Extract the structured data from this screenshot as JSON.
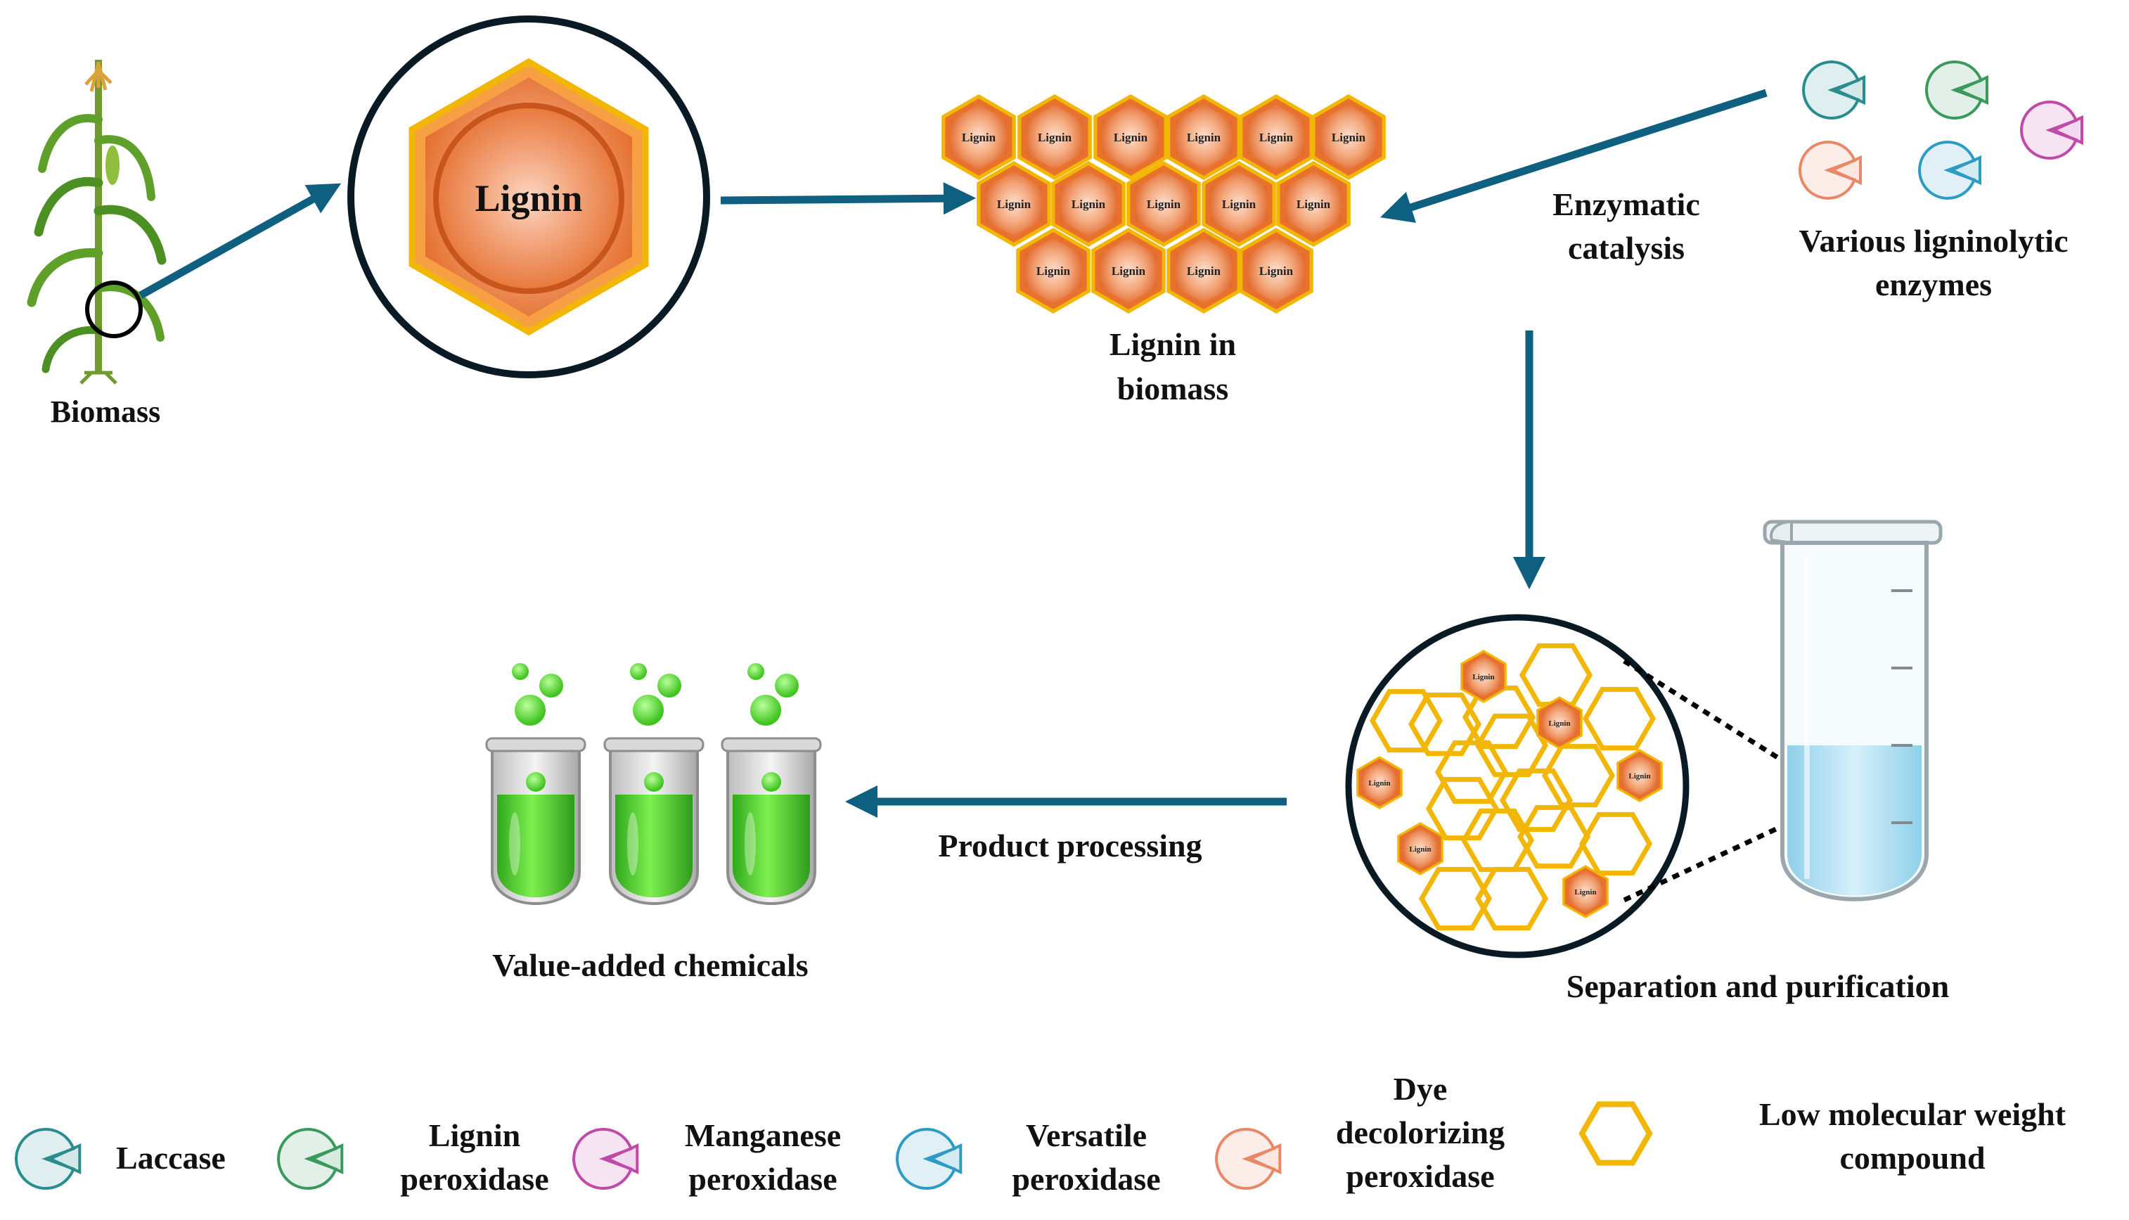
{
  "labels": {
    "biomass": "Biomass",
    "lignin": "Lignin",
    "lignin_in_biomass_1": "Lignin in",
    "lignin_in_biomass_2": "biomass",
    "enzymatic_1": "Enzymatic",
    "enzymatic_2": "catalysis",
    "enzymes_1": "Various ligninolytic",
    "enzymes_2": "enzymes",
    "separation": "Separation and purification",
    "product_processing": "Product processing",
    "value_added": "Value-added chemicals",
    "small_lignin": "Lignin"
  },
  "legend": {
    "laccase": "Laccase",
    "lignin_peroxidase_1": "Lignin",
    "lignin_peroxidase_2": "peroxidase",
    "manganese_peroxidase_1": "Manganese",
    "manganese_peroxidase_2": "peroxidase",
    "versatile_peroxidase_1": "Versatile",
    "versatile_peroxidase_2": "peroxidase",
    "dye_peroxidase_1": "Dye",
    "dye_peroxidase_2": "decolorizing",
    "dye_peroxidase_3": "peroxidase",
    "low_mw_1": "Low molecular weight",
    "low_mw_2": "compound"
  },
  "colors": {
    "arrow": "#0e5f80",
    "laccase": "#2a8c8c",
    "lignin_peroxidase": "#3a9a5e",
    "manganese_peroxidase": "#c04aa8",
    "versatile_peroxidase": "#2c9cc4",
    "dye_peroxidase": "#e88866",
    "hex_orange": "#e8722c",
    "hex_yellow": "#f2b705",
    "tube_liquid": "#b6e0f0",
    "green_chem": "#5fd43a"
  },
  "icons": {
    "plant": "corn-plant-icon",
    "tube": "microcentrifuge-tube-icon",
    "vials": "chemical-vial-icon"
  }
}
